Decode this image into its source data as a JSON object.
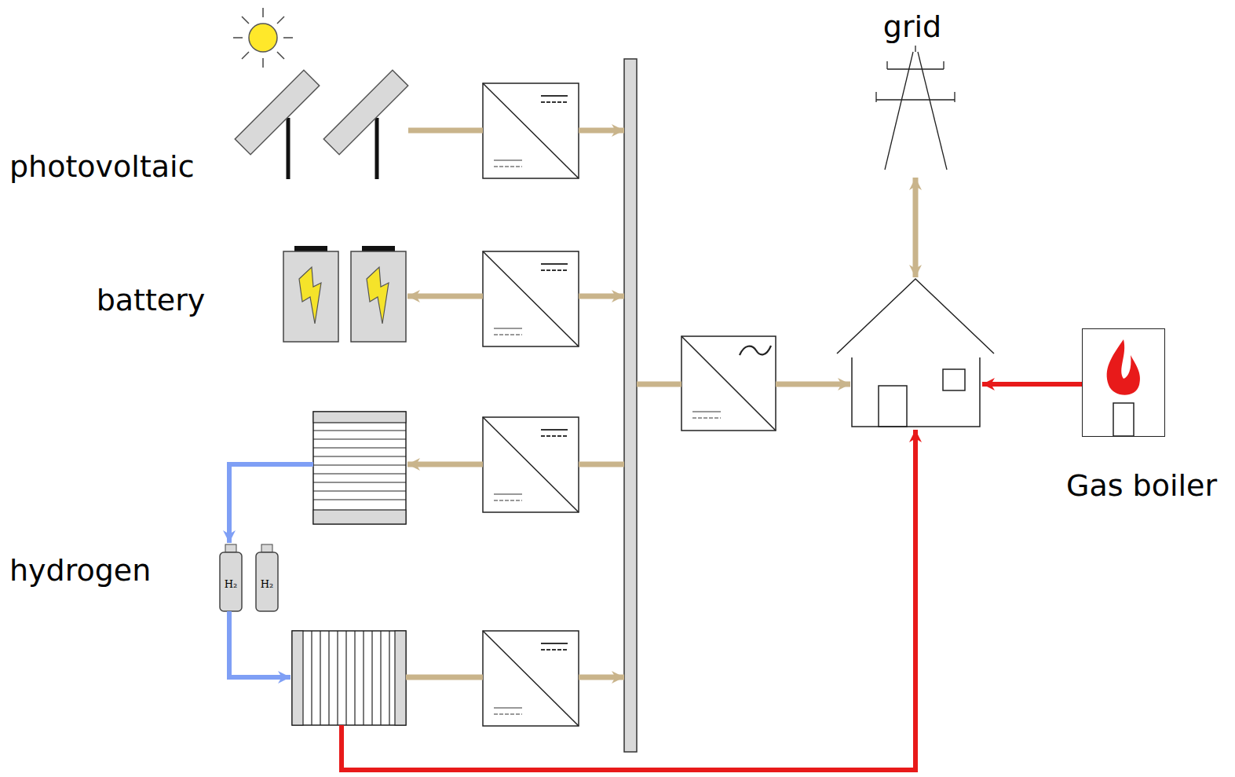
{
  "diagram": {
    "nodes": [
      {
        "text": [
          "Gas boiler"
        ]
      }
    ],
    "labels": [
      "grid",
      "photovoltaic",
      "battery",
      "hydrogen",
      "H₂",
      "H₂"
    ]
  }
}
